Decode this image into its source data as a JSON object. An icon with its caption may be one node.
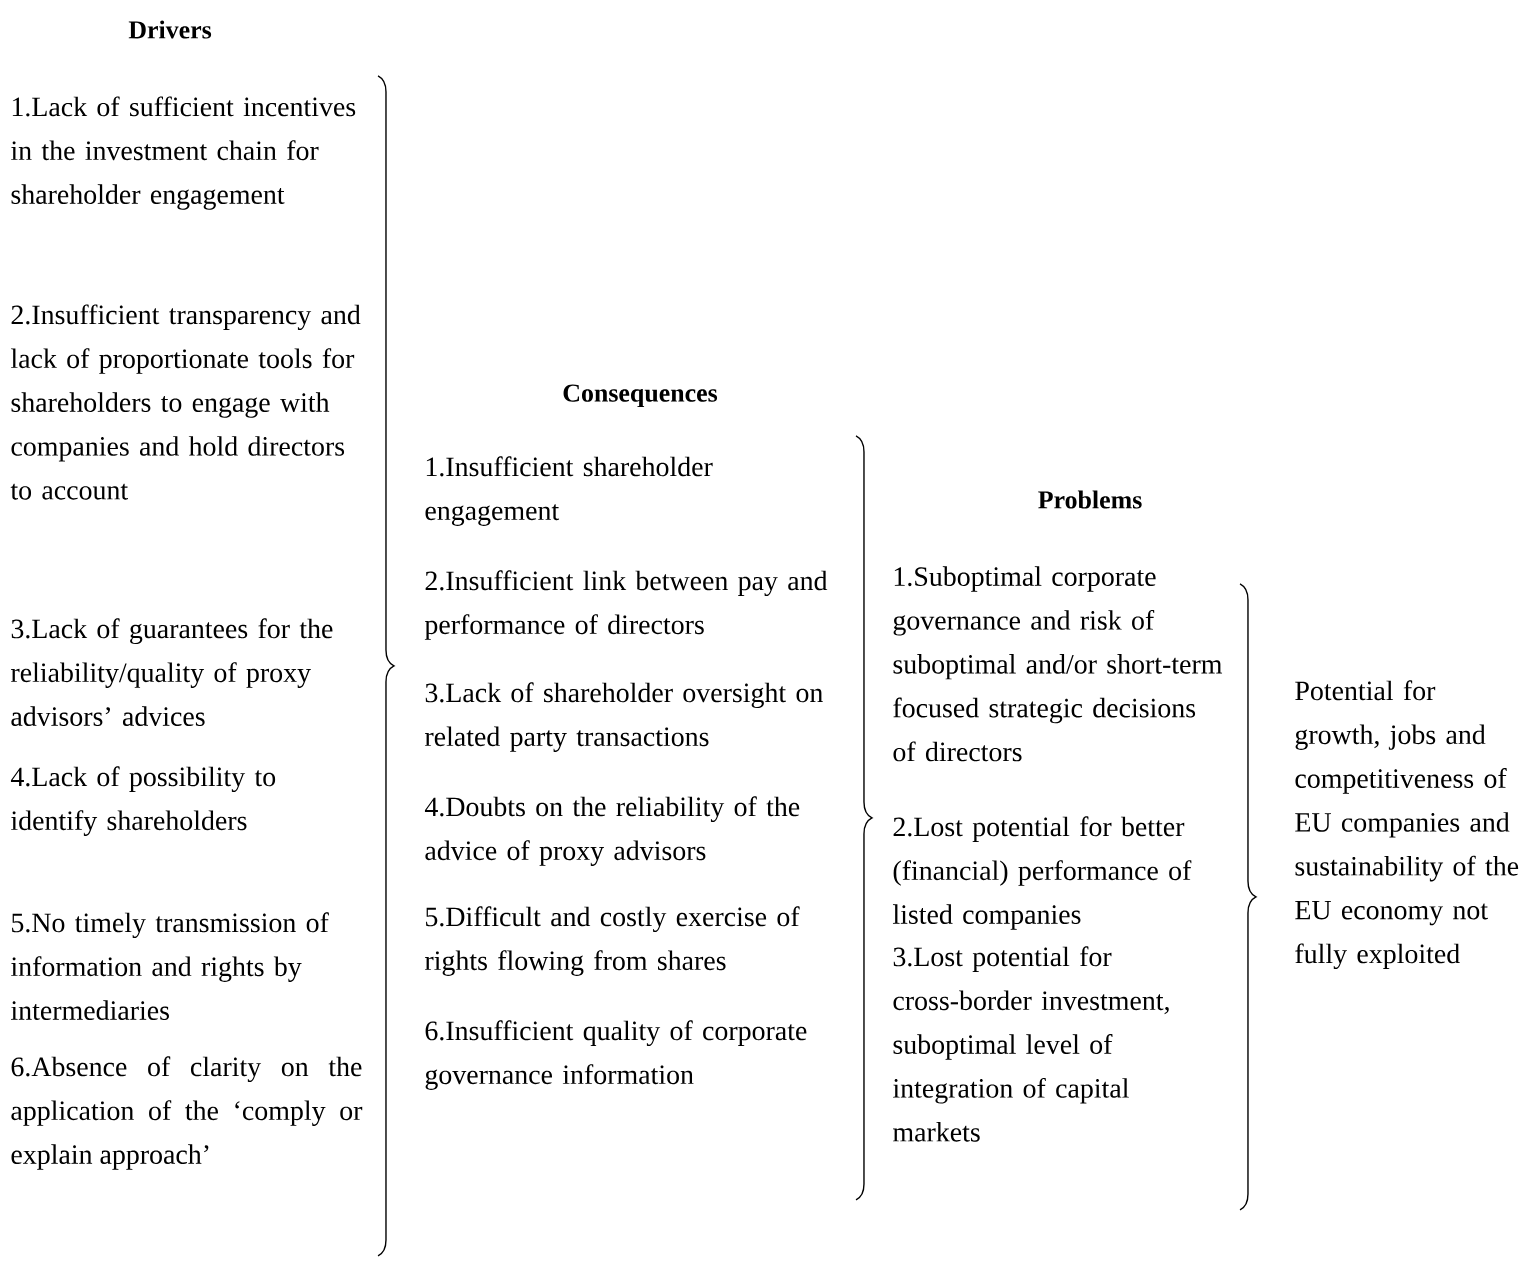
{
  "diagram": {
    "labels": [
      "Drivers",
      "1.Lack of sufficient incentives in the investment chain for shareholder engagement",
      "2.Insufficient transparency and lack of proportionate tools for shareholders to engage with companies and hold directors to account",
      "3.Lack of guarantees for the reliability/quality of proxy advisors’ advices",
      "4.Lack of possibility to identify shareholders",
      "5.No timely transmission of information and rights by intermediaries",
      "6.Absence of clarity on the application of the ‘comply or explain approach’",
      "Consequences",
      "1.Insufficient shareholder engagement",
      "2.Insufficient link between pay and performance of directors",
      "3.Lack of shareholder oversight on related party transactions",
      "4.Doubts on the reliability of the advice of proxy advisors",
      "5.Difficult and costly exercise of rights flowing from shares",
      "6.Insufficient quality of corporate governance information",
      "Problems",
      "1.Suboptimal corporate governance and risk of suboptimal and/or short-term focused strategic decisions of directors",
      "2.Lost potential for better (financial) performance of listed companies",
      "3.Lost potential for cross-border investment, suboptimal level of integration of capital markets",
      "Potential for growth, jobs and competitiveness of EU companies and sustainability of the EU economy not fully exploited"
    ]
  }
}
